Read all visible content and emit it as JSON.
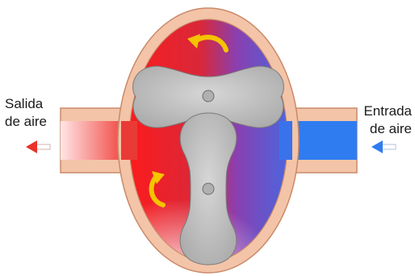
{
  "outlet": {
    "line1": "Salida",
    "line2": "de aire"
  },
  "inlet": {
    "line1": "Entrada",
    "line2": "de aire"
  },
  "colors": {
    "hot_air": "#e8322a",
    "cold_air": "#2f7cf0",
    "mixed_air": "#8a3fb0",
    "casing": "#f3c4a8",
    "casing_outline": "#c98a6a",
    "rotor": "#bdbdbd",
    "rotation_arrow": "#f5c400"
  },
  "icons": {
    "outlet_arrow": "arrow-left-icon",
    "inlet_arrow": "arrow-left-icon",
    "rotation": "curved-arrow-icon"
  }
}
